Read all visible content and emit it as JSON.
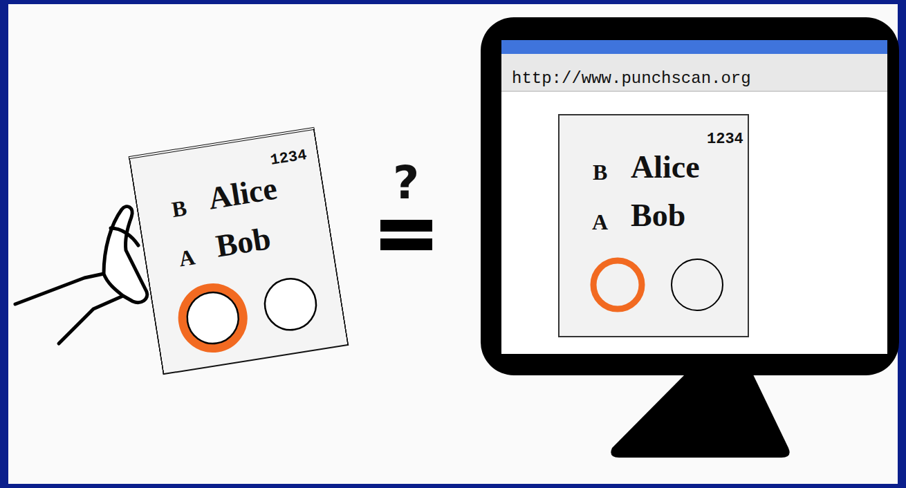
{
  "diagram": {
    "nodes": [
      {
        "text": [
          "1234",
          "B",
          "Alice",
          "A",
          "Bob"
        ]
      },
      {
        "text": [
          "http://www.punchscan.org"
        ]
      },
      {
        "text": [
          "1234",
          "B",
          "Alice",
          "A",
          "Bob"
        ],
        "in": 1
      }
    ],
    "labels": [
      "?"
    ]
  }
}
